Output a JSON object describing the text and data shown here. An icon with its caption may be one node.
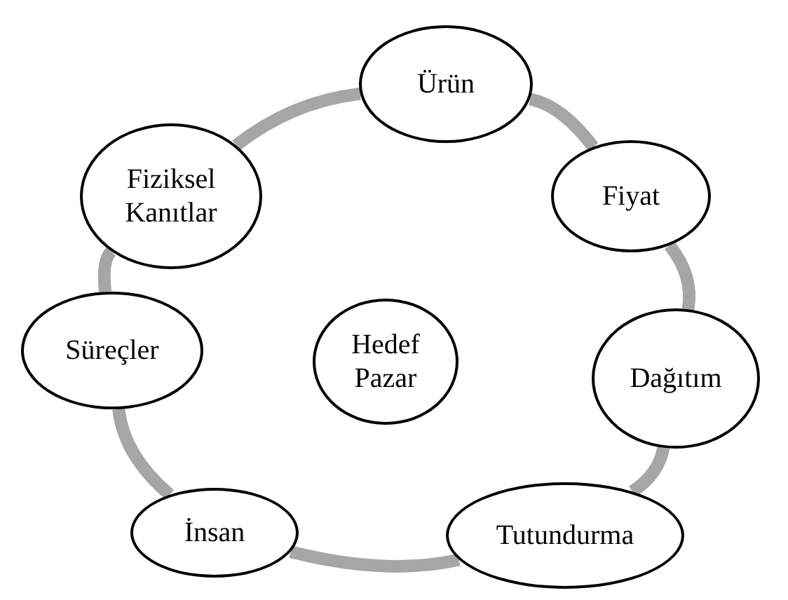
{
  "diagram": {
    "nodes": [
      {
        "text": [
          "Ürün"
        ]
      },
      {
        "text": [
          "Fiyat"
        ]
      },
      {
        "text": [
          "Dağıtım"
        ]
      },
      {
        "text": [
          "Tutundurma"
        ]
      },
      {
        "text": [
          "İnsan"
        ]
      },
      {
        "text": [
          "Süreçler"
        ]
      },
      {
        "text": [
          "Fiziksel Kanıtlar"
        ]
      },
      {
        "text": [
          "Hedef Pazar"
        ]
      }
    ],
    "edges": [
      {
        "from": 0,
        "to": 1,
        "arrow": "none"
      },
      {
        "from": 1,
        "to": 2,
        "arrow": "none"
      },
      {
        "from": 2,
        "to": 3,
        "arrow": "none"
      },
      {
        "from": 3,
        "to": 4,
        "arrow": "none"
      },
      {
        "from": 4,
        "to": 5,
        "arrow": "none"
      },
      {
        "from": 5,
        "to": 6,
        "arrow": "none"
      },
      {
        "from": 6,
        "to": 0,
        "arrow": "none"
      }
    ]
  }
}
